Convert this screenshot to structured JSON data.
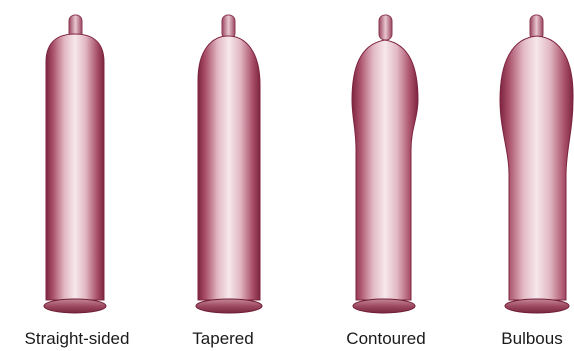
{
  "items": [
    {
      "label": "Straight-sided",
      "shape": "straight-sided"
    },
    {
      "label": "Tapered",
      "shape": "tapered"
    },
    {
      "label": "Contoured",
      "shape": "contoured"
    },
    {
      "label": "Bulbous",
      "shape": "bulbous"
    }
  ],
  "colors": {
    "background": "#ffffff",
    "body_edge": "#8c2f47",
    "body_mid": "#c47a8c",
    "body_highlight": "#f6e8ec",
    "text": "#1a1a1a"
  }
}
